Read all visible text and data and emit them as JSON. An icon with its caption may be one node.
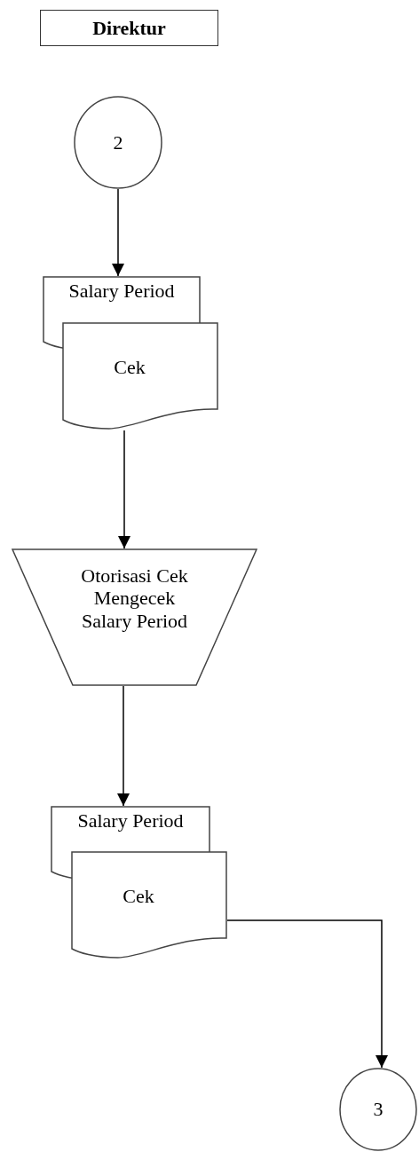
{
  "diagram": {
    "nodes": [
      {
        "text": [
          "Direktur"
        ]
      },
      {
        "text": [
          "2"
        ]
      },
      {
        "text": [
          "Salary Period"
        ]
      },
      {
        "text": [
          "Cek"
        ]
      },
      {
        "text": [
          "Otorisasi Cek Mengecek Salary Period"
        ]
      },
      {
        "text": [
          "Salary Period"
        ]
      },
      {
        "text": [
          "Cek"
        ]
      },
      {
        "text": [
          "3"
        ]
      }
    ],
    "edges": [
      {
        "from": 1,
        "to": 2,
        "arrow": "to"
      },
      {
        "from": 3,
        "to": 4,
        "arrow": "to"
      },
      {
        "from": 4,
        "to": 5,
        "arrow": "to"
      },
      {
        "from": 6,
        "to": 7,
        "arrow": "to"
      }
    ]
  }
}
